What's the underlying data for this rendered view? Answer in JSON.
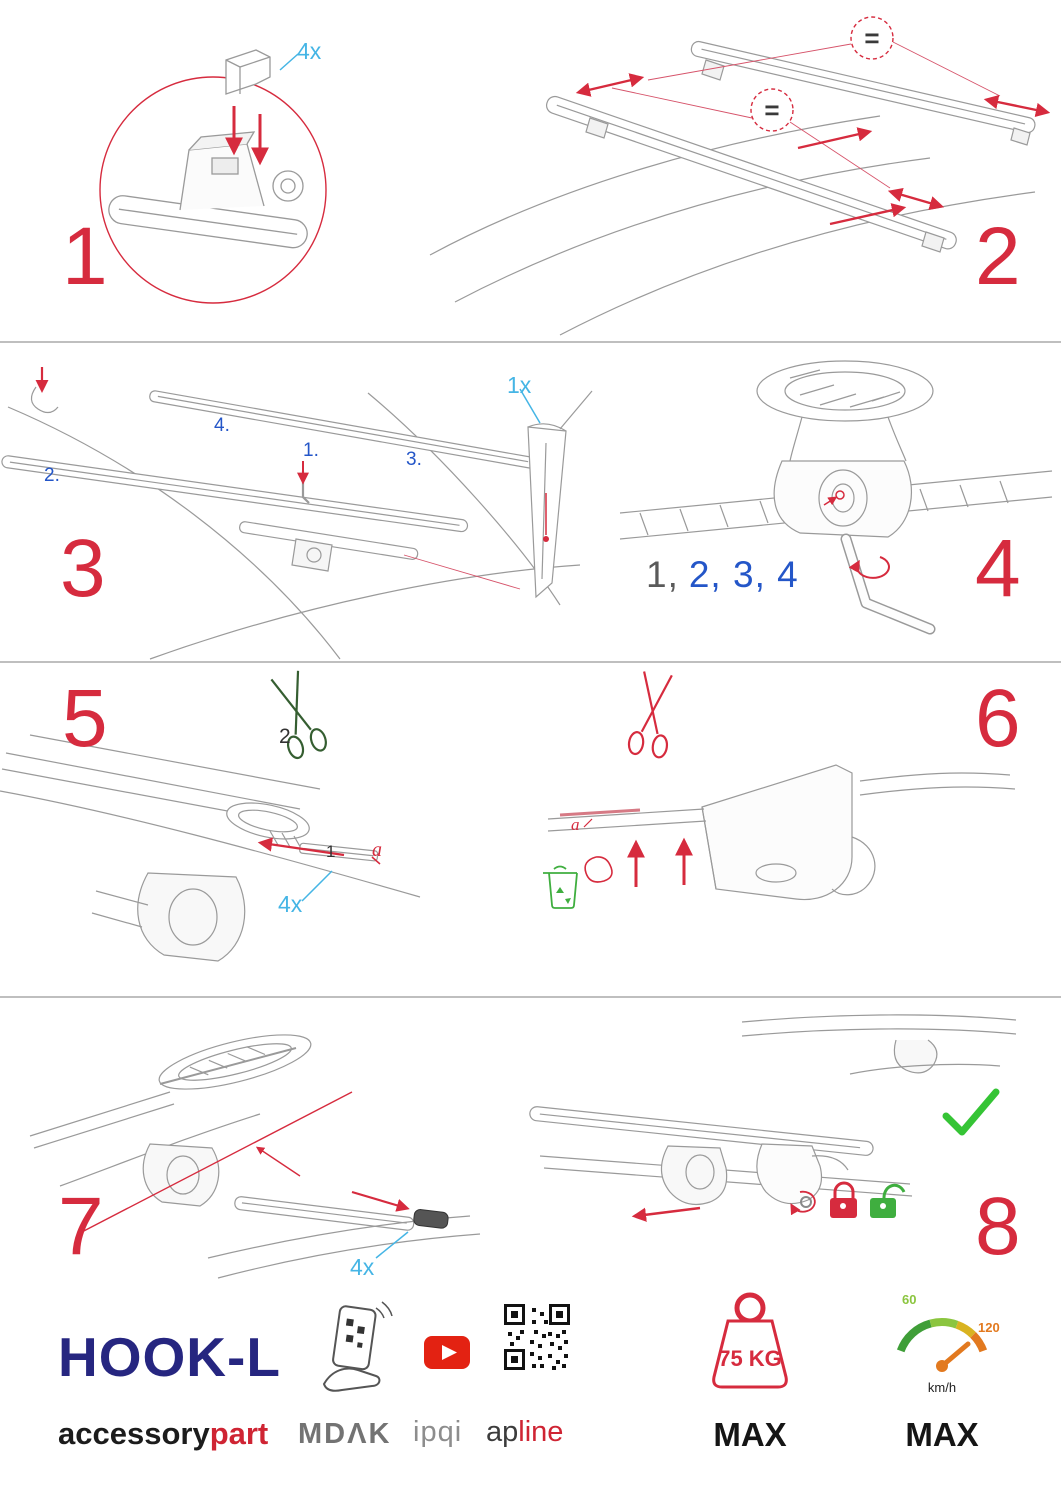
{
  "steps": [
    {
      "number": "1",
      "qty": "4x"
    },
    {
      "number": "2",
      "equals": "="
    },
    {
      "number": "3",
      "qty": "1x",
      "labels": [
        "1.",
        "2.",
        "3.",
        "4."
      ]
    },
    {
      "number": "4",
      "seq_gray": "1,",
      "seq_blue": "2, 3, 4"
    },
    {
      "number": "5",
      "scissors_label": "2",
      "strip_label": "1",
      "a_label": "a",
      "qty": "4x"
    },
    {
      "number": "6",
      "a_label": "a"
    },
    {
      "number": "7",
      "qty": "4x"
    },
    {
      "number": "8"
    }
  ],
  "footer": {
    "product_name": "HOOK-L",
    "brand_prefix": "accessory",
    "brand_suffix": "part",
    "partner_1": "MDΛK",
    "partner_2": "ipqi",
    "partner_3_prefix": "ap",
    "partner_3_suffix": "line",
    "weight_value": "75 KG",
    "weight_max_label": "MAX",
    "speed_low": "60",
    "speed_high": "120",
    "speed_unit": "km/h",
    "speed_max_label": "MAX"
  },
  "colors": {
    "step_red": "#d62b3e",
    "qty_cyan": "#45b5e5",
    "label_blue": "#2456c8",
    "ok_green": "#35c435",
    "brand_navy": "#262680"
  }
}
